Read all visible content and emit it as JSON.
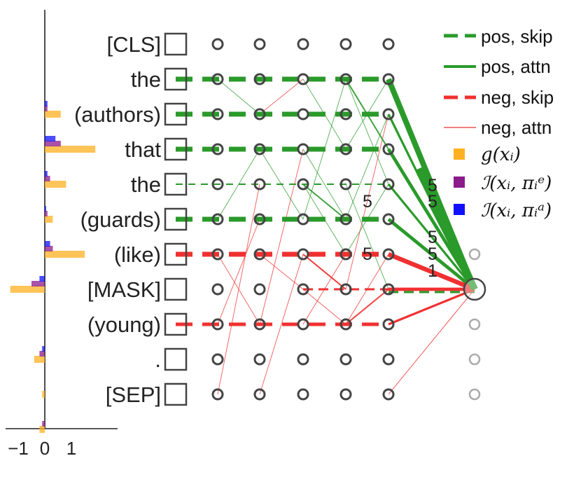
{
  "tokens": [
    "[CLS]",
    "the",
    "(authors)",
    "that",
    "the",
    "(guards)",
    "(like)",
    "[MASK]",
    "(young)",
    ".",
    "[SEP]"
  ],
  "target_token_index": 7,
  "num_layers": 5,
  "bar_chart": {
    "x_ticks": [
      "−1",
      "0",
      "1"
    ],
    "series": [
      {
        "key": "g",
        "color": "#ffb020",
        "values": [
          0.0,
          0.6,
          1.9,
          0.8,
          0.3,
          1.5,
          -1.3,
          0.0,
          -0.4,
          -0.1,
          -0.2
        ]
      },
      {
        "key": "I_e",
        "color": "#8b1a8b",
        "values": [
          0.0,
          0.1,
          0.6,
          0.2,
          0.1,
          0.3,
          -0.5,
          0.0,
          -0.2,
          0.0,
          -0.1
        ]
      },
      {
        "key": "I_a",
        "color": "#1010ff",
        "values": [
          0.0,
          0.1,
          0.4,
          0.1,
          0.05,
          0.2,
          -0.2,
          0.0,
          -0.1,
          0.0,
          0.0
        ]
      }
    ]
  },
  "legend": {
    "pos_skip": "pos, skip",
    "pos_attn": "pos, attn",
    "neg_skip": "neg, skip",
    "neg_attn": "neg, attn",
    "g_label": "g(xᵢ)",
    "I_e_label": "ℐ(xᵢ, πᵢᵉ)",
    "I_a_label": "ℐ(xᵢ, πᵢᵃ)"
  },
  "colors": {
    "positive": "#2a9a2a",
    "negative": "#f03030",
    "node": "#444444",
    "node_faded": "#aaaaaa"
  },
  "skip_edges": [
    {
      "token": 1,
      "sign": "pos",
      "strength": 3
    },
    {
      "token": 2,
      "sign": "pos",
      "strength": 3
    },
    {
      "token": 3,
      "sign": "pos",
      "strength": 3
    },
    {
      "token": 4,
      "sign": "pos",
      "strength": 1
    },
    {
      "token": 5,
      "sign": "pos",
      "strength": 3
    },
    {
      "token": 6,
      "sign": "neg",
      "strength": 3
    },
    {
      "token": 8,
      "sign": "neg",
      "strength": 2
    }
  ],
  "final_edges": [
    {
      "token": 1,
      "sign": "pos",
      "strength": 5
    },
    {
      "token": 2,
      "sign": "pos",
      "strength": 2
    },
    {
      "token": 3,
      "sign": "pos",
      "strength": 3
    },
    {
      "token": 4,
      "sign": "pos",
      "strength": 2
    },
    {
      "token": 5,
      "sign": "pos",
      "strength": 3
    },
    {
      "token": 6,
      "sign": "neg",
      "strength": 4
    },
    {
      "token": 7,
      "sign": "neg",
      "strength": 3
    },
    {
      "token": 8,
      "sign": "neg",
      "strength": 2
    },
    {
      "token": 10,
      "sign": "neg",
      "strength": 0.5
    }
  ],
  "edge_labels": [
    "5",
    "5",
    "5",
    "5",
    "5",
    "5",
    "1"
  ]
}
